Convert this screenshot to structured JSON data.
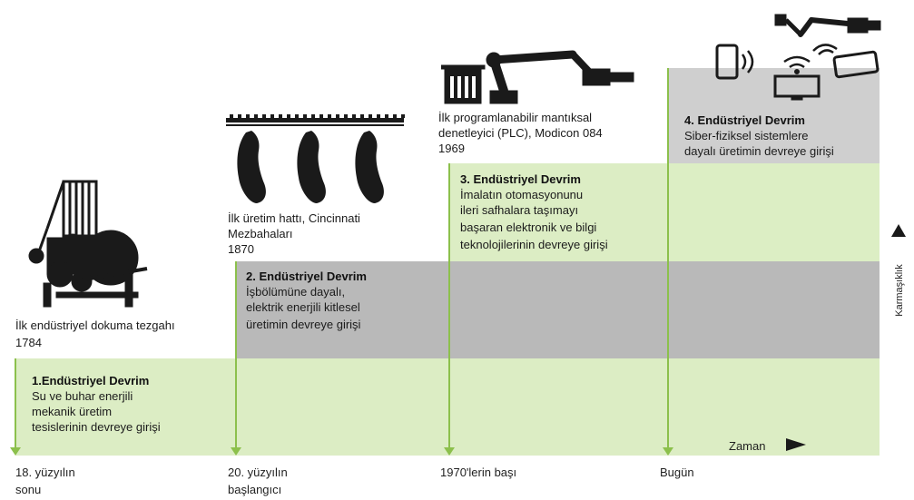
{
  "revolutions": [
    {
      "title": "1.Endüstriyel Devrim",
      "lines": [
        "Su ve buhar enerjili",
        "mekanik üretim",
        "tesislerinin devreye girişi"
      ]
    },
    {
      "title": "2. Endüstriyel Devrim",
      "lines": [
        "İşbölümüne dayalı,",
        "elektrik enerjili kitlesel",
        "üretimin devreye girişi"
      ]
    },
    {
      "title": "3. Endüstriyel Devrim",
      "lines": [
        "İmalatın otomasyonunu",
        "ileri safhalara taşımayı",
        "başaran elektronik ve bilgi",
        "teknolojilerinin devreye girişi"
      ]
    },
    {
      "title": "4. Endüstriyel Devrim",
      "lines": [
        "Siber-fiziksel sistemlere",
        "dayalı üretimin devreye girişi"
      ]
    }
  ],
  "milestones": [
    {
      "lines": [
        "İlk endüstriyel dokuma tezgahı",
        "1784"
      ],
      "icon": "loom-icon"
    },
    {
      "lines": [
        "İlk üretim hattı, Cincinnati",
        "Mezbahaları",
        "1870"
      ],
      "icon": "production-line-icon"
    },
    {
      "lines": [
        "İlk programlanabilir mantıksal",
        "denetleyici (PLC), Modicon 084",
        "1969"
      ],
      "icon": "robot-arm-icon"
    },
    {
      "icon": "cyber-physical-icon"
    }
  ],
  "eras": [
    {
      "lines": [
        "18. yüzyılın",
        "sonu"
      ]
    },
    {
      "lines": [
        "20. yüzyılın",
        "başlangıcı"
      ]
    },
    {
      "lines": [
        "1970'lerin başı"
      ]
    },
    {
      "lines": [
        "Bugün"
      ]
    }
  ],
  "axes": {
    "x_label": "Zaman",
    "y_label": "Karmaşıklık"
  },
  "colors": {
    "green": "#dcedc4",
    "grey": "#b9b9b9",
    "line": "#8cc04c",
    "icon": "#1a1a1a"
  }
}
